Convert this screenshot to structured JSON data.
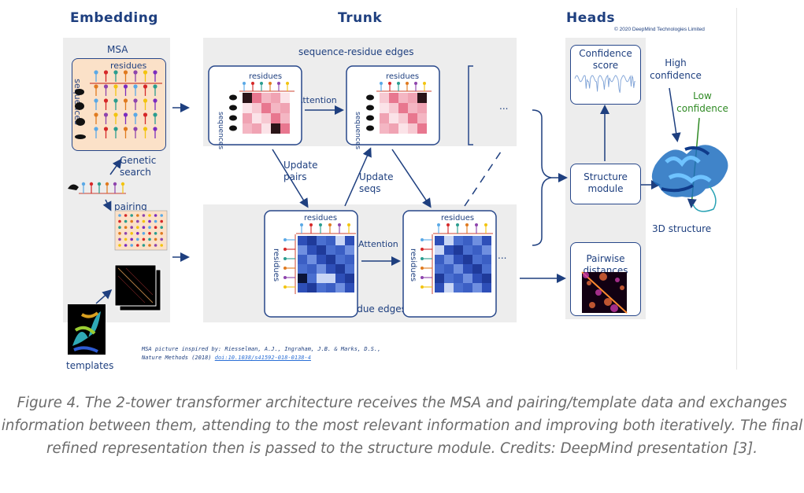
{
  "headings": {
    "embedding": "Embedding",
    "trunk": "Trunk",
    "heads": "Heads"
  },
  "copyright": "© 2020 DeepMind Technologies Limited",
  "embedding": {
    "msa_label": "MSA",
    "residues_label": "residues",
    "sequences_label": "sequences",
    "genetic_search": "Genetic search",
    "pairing": "pairing",
    "templates": "templates"
  },
  "trunk": {
    "seq_edges": "sequence-residue edges",
    "res_edges": "residue-residue edges",
    "residues": "residues",
    "sequences": "sequences",
    "attention": "Attention",
    "update_pairs": "Update pairs",
    "update_seqs": "Update seqs",
    "ellipsis": "..."
  },
  "heads": {
    "confidence_score": "Confidence score",
    "structure_module": "Structure module",
    "pairwise_distances": "Pairwise distances",
    "high_confidence": "High confidence",
    "low_confidence": "Low confidence",
    "structure_3d": "3D structure"
  },
  "credit": {
    "line1": "MSA picture inspired by: Riesselman, A.J., Ingraham, J.B. & Marks, D.S.,",
    "line2_prefix": "Nature Methods (2018)",
    "doi": "doi:10.1038/s41592-018-0138-4"
  },
  "caption": "Figure 4. The 2-tower transformer architecture receives the MSA and pairing/template data and exchanges information between them, attending to the most relevant information and improving both iteratively. The final refined representation then is passed to the structure module. Credits: DeepMind presentation [3].",
  "colors": {
    "navy": "#1e3f7f",
    "panel": "#ededed",
    "msa_bg": "#fbe1c8",
    "pink": "#e8778f",
    "blue": "#3a5fc8"
  }
}
